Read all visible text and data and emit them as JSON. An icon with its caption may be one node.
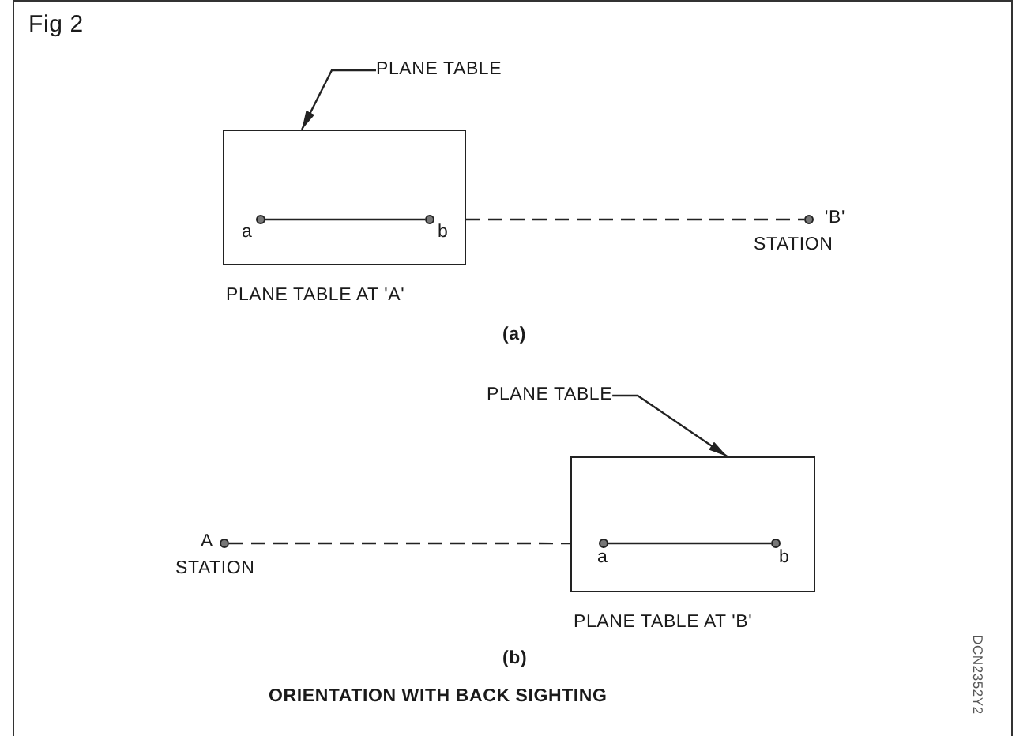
{
  "diagram": {
    "caption": "ORIENTATION WITH BACK SIGHTING",
    "nodes": [
      {
        "text": [
          "PLANE TABLE AT 'A'"
        ]
      },
      {
        "text": [
          "a"
        ],
        "in": 0
      },
      {
        "text": [
          "b"
        ],
        "in": 0
      },
      {
        "text": [
          "'B'",
          "STATION"
        ]
      },
      {
        "text": [
          "PLANE TABLE"
        ]
      },
      {
        "text": [
          "PLANE TABLE"
        ]
      },
      {
        "text": [
          "PLANE TABLE AT 'B'"
        ]
      },
      {
        "text": [
          "a"
        ],
        "in": 6
      },
      {
        "text": [
          "b"
        ],
        "in": 6
      },
      {
        "text": [
          "A",
          "STATION"
        ]
      }
    ],
    "edges": [
      {
        "from": 1,
        "to": 2,
        "arrow": "none"
      },
      {
        "from": 0,
        "to": 3,
        "arrow": "none",
        "style": "dashed"
      },
      {
        "from": 4,
        "to": 0,
        "arrow": "to"
      },
      {
        "from": 5,
        "to": 6,
        "arrow": "to"
      },
      {
        "from": 7,
        "to": 8,
        "arrow": "none"
      },
      {
        "from": 9,
        "to": 6,
        "arrow": "none",
        "style": "dashed"
      }
    ],
    "labels": [
      "Fig 2",
      "(a)",
      "(b)",
      "DCN2352Y2"
    ]
  }
}
